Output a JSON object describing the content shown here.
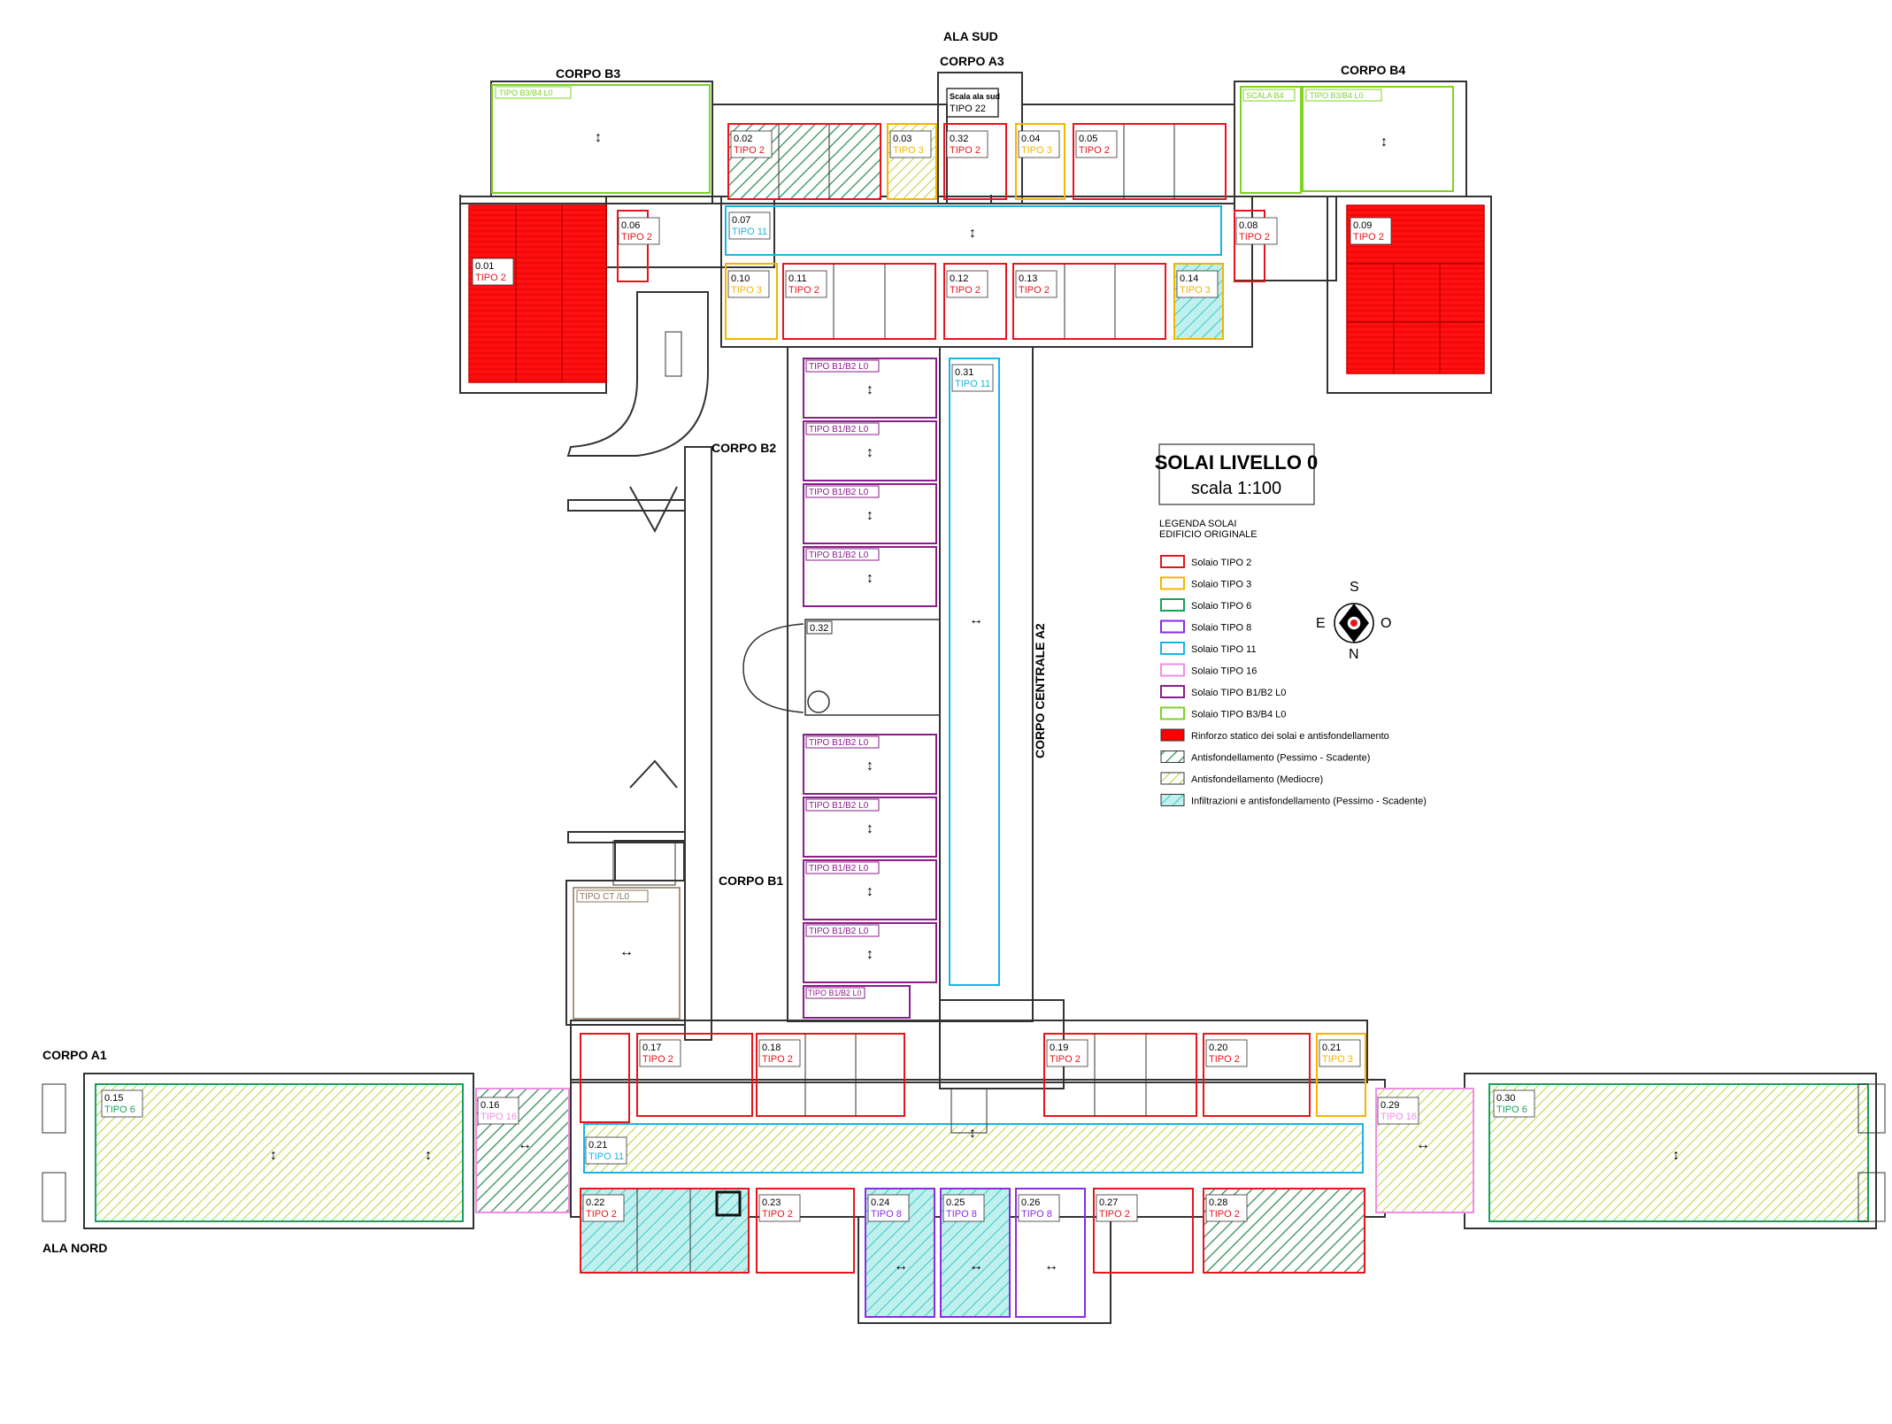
{
  "colors": {
    "tipo2": "#e8141c",
    "tipo3": "#f5b400",
    "tipo6": "#1aa05a",
    "tipo8": "#8a2be2",
    "tipo11": "#19b4e6",
    "tipo16": "#f08ce6",
    "tipoB1B2": "#8a1e8a",
    "tipoB3B4": "#7ed321",
    "rinforzo": "#ff0000",
    "hatchGreen": "#2e8b57",
    "hatchYellow": "#b8d43a",
    "hatchCyan": "#3cc8c8",
    "wall": "#333333",
    "dark": "#222222"
  },
  "title": {
    "main": "SOLAI LIVELLO 0",
    "scale": "scala 1:100"
  },
  "legend": {
    "heading1": "LEGENDA SOLAI",
    "heading2": "EDIFICIO ORIGINALE",
    "items": [
      {
        "label": "Solaio TIPO 2",
        "kind": "box",
        "color": "tipo2"
      },
      {
        "label": "Solaio TIPO 3",
        "kind": "box",
        "color": "tipo3"
      },
      {
        "label": "Solaio TIPO 6",
        "kind": "box",
        "color": "tipo6"
      },
      {
        "label": "Solaio TIPO 8",
        "kind": "box",
        "color": "tipo8"
      },
      {
        "label": "Solaio TIPO 11",
        "kind": "box",
        "color": "tipo11"
      },
      {
        "label": "Solaio TIPO 16",
        "kind": "box",
        "color": "tipo16"
      },
      {
        "label": "Solaio TIPO B1/B2 L0",
        "kind": "box",
        "color": "tipoB1B2"
      },
      {
        "label": "Solaio TIPO B3/B4 L0",
        "kind": "box",
        "color": "tipoB3B4"
      },
      {
        "label": "Rinforzo statico dei solai e antisfondellamento",
        "kind": "fill",
        "color": "rinforzo"
      },
      {
        "label": "Antisfondellamento (Pessimo - Scadente)",
        "kind": "hatchG",
        "color": "hatchGreen"
      },
      {
        "label": "Antisfondellamento (Mediocre)",
        "kind": "hatchY",
        "color": "hatchYellow"
      },
      {
        "label": "Infiltrazioni e antisfondellamento (Pessimo - Scadente)",
        "kind": "hatchC",
        "color": "hatchCyan"
      }
    ]
  },
  "compass": {
    "s": "S",
    "e": "E",
    "o": "O",
    "n": "N"
  },
  "wings": {
    "alaSud": "ALA SUD",
    "corpoA3": "CORPO A3",
    "corpoB3": "CORPO B3",
    "corpoB4": "CORPO B4",
    "corpoB2": "CORPO B2",
    "corpoB1": "CORPO B1",
    "corpoA1": "CORPO A1",
    "alaNord": "ALA NORD",
    "corpoCentrale": "CORPO CENTRALE A2"
  },
  "labels": {
    "tipoB3B4": "TIPO B3/B4 L0",
    "scalaB4": "SCALA B4",
    "scalaAlaSud": "Scala ala sud",
    "tipo22": "TIPO 22",
    "tipoCT": "TIPO CT /L0",
    "tipoB1B2": "TIPO B1/B2 L0",
    "tipoB1B2b": "TIPO B1/B2 L0",
    "r032b": "0.32"
  },
  "rooms": [
    {
      "id": "r001",
      "num": "0.01",
      "type": "TIPO 2",
      "color": "tipo2"
    },
    {
      "id": "r002",
      "num": "0.02",
      "type": "TIPO 2",
      "color": "tipo2"
    },
    {
      "id": "r003",
      "num": "0.03",
      "type": "TIPO 3",
      "color": "tipo3"
    },
    {
      "id": "r032",
      "num": "0.32",
      "type": "TIPO 2",
      "color": "tipo2"
    },
    {
      "id": "r004",
      "num": "0.04",
      "type": "TIPO 3",
      "color": "tipo3"
    },
    {
      "id": "r005",
      "num": "0.05",
      "type": "TIPO 2",
      "color": "tipo2"
    },
    {
      "id": "r006",
      "num": "0.06",
      "type": "TIPO 2",
      "color": "tipo2"
    },
    {
      "id": "r007",
      "num": "0.07",
      "type": "TIPO 11",
      "color": "tipo11"
    },
    {
      "id": "r008",
      "num": "0.08",
      "type": "TIPO 2",
      "color": "tipo2"
    },
    {
      "id": "r009",
      "num": "0.09",
      "type": "TIPO 2",
      "color": "tipo2"
    },
    {
      "id": "r010",
      "num": "0.10",
      "type": "TIPO 3",
      "color": "tipo3"
    },
    {
      "id": "r011",
      "num": "0.11",
      "type": "TIPO 2",
      "color": "tipo2"
    },
    {
      "id": "r012",
      "num": "0.12",
      "type": "TIPO 2",
      "color": "tipo2"
    },
    {
      "id": "r013",
      "num": "0.13",
      "type": "TIPO 2",
      "color": "tipo2"
    },
    {
      "id": "r014",
      "num": "0.14",
      "type": "TIPO 3",
      "color": "tipo3"
    },
    {
      "id": "r031",
      "num": "0.31",
      "type": "TIPO 11",
      "color": "tipo11"
    },
    {
      "id": "r015",
      "num": "0.15",
      "type": "TIPO 6",
      "color": "tipo6"
    },
    {
      "id": "r016",
      "num": "0.16",
      "type": "TIPO 16",
      "color": "tipo16"
    },
    {
      "id": "r017",
      "num": "0.17",
      "type": "TIPO 2",
      "color": "tipo2"
    },
    {
      "id": "r018",
      "num": "0.18",
      "type": "TIPO 2",
      "color": "tipo2"
    },
    {
      "id": "r019",
      "num": "0.19",
      "type": "TIPO 2",
      "color": "tipo2"
    },
    {
      "id": "r020",
      "num": "0.20",
      "type": "TIPO 2",
      "color": "tipo2"
    },
    {
      "id": "r021a",
      "num": "0.21",
      "type": "TIPO 3",
      "color": "tipo3"
    },
    {
      "id": "r021b",
      "num": "0.21",
      "type": "TIPO 11",
      "color": "tipo11"
    },
    {
      "id": "r029",
      "num": "0.29",
      "type": "TIPO 16",
      "color": "tipo16"
    },
    {
      "id": "r030",
      "num": "0.30",
      "type": "TIPO 6",
      "color": "tipo6"
    },
    {
      "id": "r022",
      "num": "0.22",
      "type": "TIPO 2",
      "color": "tipo2"
    },
    {
      "id": "r023",
      "num": "0.23",
      "type": "TIPO 2",
      "color": "tipo2"
    },
    {
      "id": "r024",
      "num": "0.24",
      "type": "TIPO 8",
      "color": "tipo8"
    },
    {
      "id": "r025",
      "num": "0.25",
      "type": "TIPO 8",
      "color": "tipo8"
    },
    {
      "id": "r026",
      "num": "0.26",
      "type": "TIPO 8",
      "color": "tipo8"
    },
    {
      "id": "r027",
      "num": "0.27",
      "type": "TIPO 2",
      "color": "tipo2"
    },
    {
      "id": "r028",
      "num": "0.28",
      "type": "TIPO 2",
      "color": "tipo2"
    }
  ]
}
